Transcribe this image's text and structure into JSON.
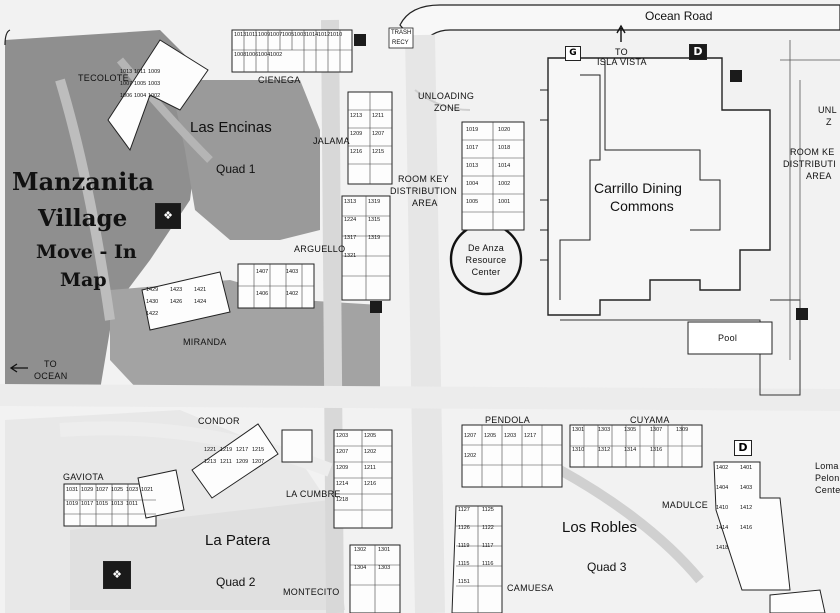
{
  "title": {
    "line1": "Manzanita",
    "line2": "Village",
    "line3": "Move - In",
    "line4": "Map"
  },
  "roads": {
    "ocean_road": "Ocean Road",
    "to_isla_vista_1": "TO",
    "to_isla_vista_2": "ISLA VISTA",
    "to_ocean_1": "TO",
    "to_ocean_2": "OCEAN"
  },
  "areas": {
    "las_encinas": "Las Encinas",
    "quad_1": "Quad 1",
    "la_patera": "La Patera",
    "quad_2": "Quad 2",
    "los_robles": "Los Robles",
    "quad_3": "Quad 3",
    "dining_1": "Carrillo Dining",
    "dining_2": "Commons",
    "pool": "Pool"
  },
  "buildings": {
    "tecolote": "TECOLOTE",
    "cienega": "CIENEGA",
    "jalama": "JALAMA",
    "arguello": "ARGUELLO",
    "miranda": "MIRANDA",
    "condor": "CONDOR",
    "gaviota": "GAVIOTA",
    "la_cumbre": "LA CUMBRE",
    "montecito": "MONTECITO",
    "pendola": "PENDOLA",
    "cuyama": "CUYAMA",
    "camuesa": "CAMUESA",
    "madulce": "MADULCE"
  },
  "zones": {
    "unloading_1": "UNLOADING",
    "unloading_2": "ZONE",
    "unloading_right_1": "UNL",
    "unloading_right_2": "Z",
    "room_key_1": "ROOM KEY",
    "room_key_2": "DISTRIBUTION",
    "room_key_3": "AREA",
    "room_key_right_1": "ROOM KE",
    "room_key_right_2": "DISTRIBUTI",
    "room_key_right_3": "AREA",
    "de_anza_1": "De Anza",
    "de_anza_2": "Resource",
    "de_anza_3": "Center",
    "loma_1": "Loma",
    "loma_2": "Pelon",
    "loma_3": "Cente",
    "trash_1": "TRASH",
    "trash_2": "RECY"
  },
  "icons": {
    "d_marker": "D",
    "g_marker": "G"
  },
  "room_numbers": {
    "tecolote": [
      "1013",
      "1011",
      "1009",
      "1007",
      "1005",
      "1003",
      "1006",
      "1004",
      "1002"
    ],
    "cienega": [
      "1013",
      "1011",
      "1009",
      "1007",
      "1005",
      "1003",
      "1014",
      "1012",
      "1010",
      "1008",
      "1006",
      "1004",
      "1002"
    ],
    "jalama": [
      "1213",
      "1211",
      "1209",
      "1207",
      "1216",
      "1215"
    ],
    "arguello": [
      "1313",
      "1319",
      "1224",
      "1315",
      "1317",
      "1319",
      "1321"
    ],
    "unloading_bldg": [
      "1019",
      "1020",
      "1017",
      "1018",
      "1013",
      "1014",
      "1004",
      "1002",
      "1005",
      "1001"
    ],
    "miranda": [
      "1429",
      "1423",
      "1421",
      "1430",
      "1426",
      "1424",
      "1422"
    ],
    "miranda_east": [
      "1407",
      "1403",
      "1406",
      "1402"
    ],
    "condor": [
      "1221",
      "1219",
      "1217",
      "1215",
      "1213",
      "1211",
      "1209",
      "1207"
    ],
    "gaviota": [
      "1031",
      "1029",
      "1027",
      "1025",
      "1023",
      "1021",
      "1019",
      "1017",
      "1015",
      "1013",
      "1011"
    ],
    "la_cumbre": [
      "1203",
      "1205",
      "1207",
      "1202",
      "1209",
      "1211",
      "1214",
      "1216",
      "1218"
    ],
    "montecito": [
      "1302",
      "1301",
      "1304",
      "1303"
    ],
    "pendola": [
      "1207",
      "1205",
      "1203",
      "1217",
      "1202"
    ],
    "cuyama": [
      "1301",
      "1303",
      "1305",
      "1307",
      "1309",
      "1310",
      "1312",
      "1314",
      "1316"
    ],
    "camuesa": [
      "1127",
      "1125",
      "1126",
      "1122",
      "1119",
      "1117",
      "1115",
      "1116",
      "1151"
    ],
    "madulce": [
      "1402",
      "1401",
      "1404",
      "1403",
      "1410",
      "1412",
      "1414",
      "1416",
      "1418"
    ]
  }
}
